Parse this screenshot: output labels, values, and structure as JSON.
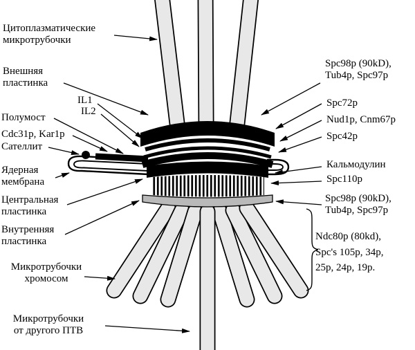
{
  "labels": {
    "cytoplasmic_mt": "Цитоплазматические\nмикротрубочки",
    "outer_plaque": "Внешняя\nпластинка",
    "il1": "IL1",
    "il2": "IL2",
    "half_bridge": "Полумост",
    "cdc31_kar1": "Cdc31p, Kar1p",
    "satellite": "Сателлит",
    "nuclear_membrane": "Ядерная\nмембрана",
    "central_plaque": "Центральная\nпластинка",
    "inner_plaque": "Внутренняя\nпластинка",
    "chromosome_mt": "Микротрубочки\nхромосом",
    "other_spb_mt": "Микротрубочки\nот другого ПТВ",
    "spc98_top": "Spc98p (90kD),\nTub4p, Spc97p",
    "spc72": "Spc72p",
    "nud1_cnm67": "Nud1p, Cnm67p",
    "spc42": "Spc42p",
    "calmodulin": "Кальмодулин",
    "spc110": "Spc110p",
    "spc98_bottom": "Spc98p (90kD),\nTub4p, Spc97p",
    "ndc80_group": "Ndc80p (80kd),\nSpc's 105p, 34p,\n25p, 24p, 19p."
  },
  "colors": {
    "microtubule_fill": "#e8e8e8",
    "plaque_black": "#000000",
    "inner_plaque_gray": "#b9b9b9",
    "background": "#ffffff"
  }
}
